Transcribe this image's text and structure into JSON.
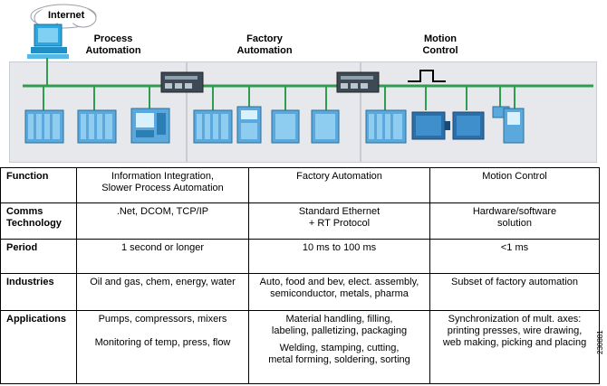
{
  "diagram": {
    "internet_label": "Internet",
    "zones": [
      {
        "title_line1": "Process",
        "title_line2": "Automation"
      },
      {
        "title_line1": "Factory",
        "title_line2": "Automation"
      },
      {
        "title_line1": "Motion",
        "title_line2": "Control"
      }
    ],
    "colors": {
      "bus": "#2f9c4f",
      "panel": "#e6e8ec",
      "device": "#5aa8dc",
      "switch": "#3d4a55",
      "monitor": "#2aa7e0"
    }
  },
  "table": {
    "rows": [
      {
        "label": "Function",
        "process": [
          "Information Integration,",
          "Slower Process Automation"
        ],
        "factory": [
          "Factory Automation"
        ],
        "motion": [
          "Motion Control"
        ]
      },
      {
        "label_line1": "Comms",
        "label_line2": "Technology",
        "process": [
          ".Net, DCOM, TCP/IP"
        ],
        "factory": [
          "Standard Ethernet",
          "+ RT Protocol"
        ],
        "motion": [
          "Hardware/software",
          "solution"
        ]
      },
      {
        "label": "Period",
        "process": [
          "1 second or longer"
        ],
        "factory": [
          "10 ms to 100 ms"
        ],
        "motion": [
          "<1 ms"
        ]
      },
      {
        "label": "Industries",
        "process": [
          "Oil and gas, chem, energy, water"
        ],
        "factory": [
          "Auto, food and bev, elect. assembly,",
          "semiconductor, metals, pharma"
        ],
        "motion": [
          "Subset of factory automation"
        ]
      },
      {
        "label": "Applications",
        "process": [
          "Pumps, compressors, mixers"
        ],
        "process_2": [
          "Monitoring of temp, press, flow"
        ],
        "factory": [
          "Material handling, filling,",
          "labeling, palletizing, packaging"
        ],
        "factory_2": [
          "Welding, stamping, cutting,",
          "metal forming, soldering, sorting"
        ],
        "motion": [
          "Synchronization of mult. axes:",
          "printing presses, wire drawing,",
          "web making, picking and placing"
        ]
      }
    ]
  },
  "figure_number": "230881"
}
